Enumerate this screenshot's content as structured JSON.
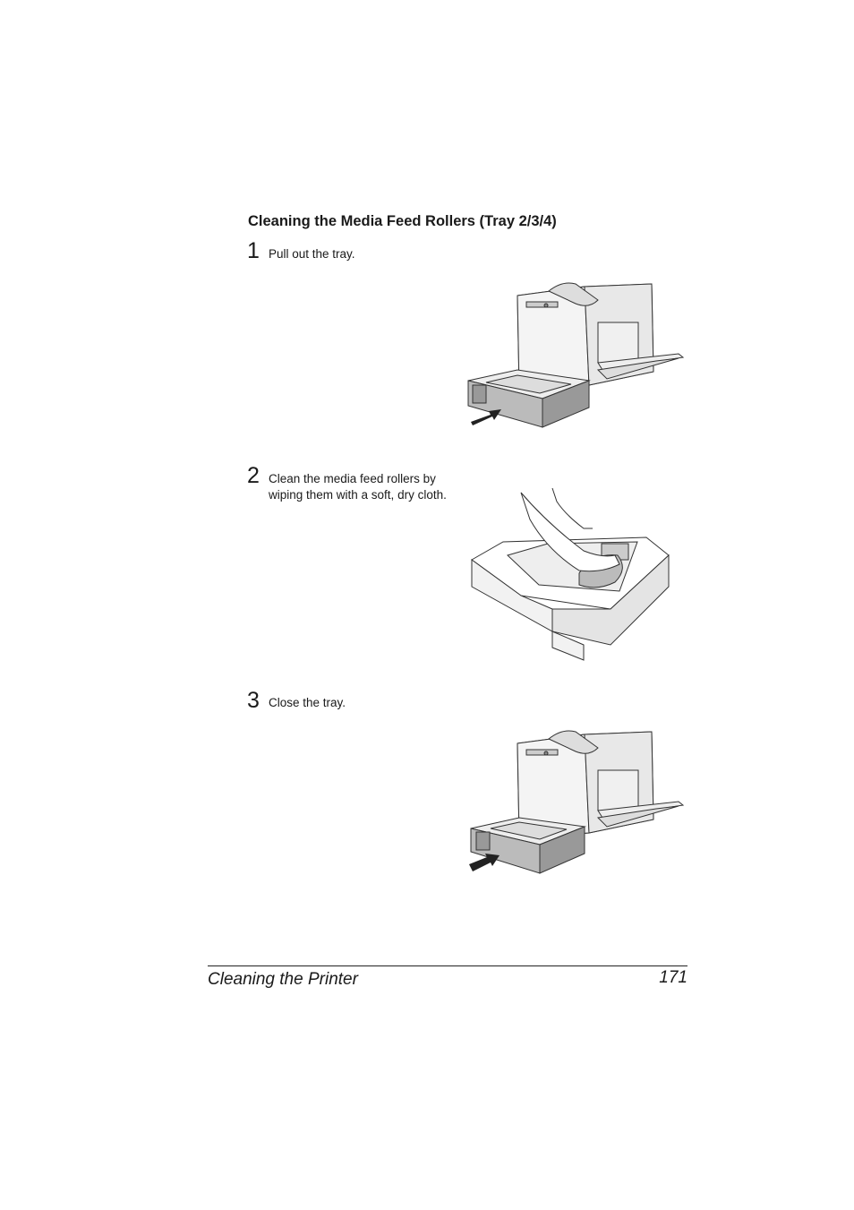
{
  "section": {
    "heading": "Cleaning the Media Feed Rollers (Tray 2/3/4)"
  },
  "steps": [
    {
      "number": "1",
      "text": "Pull out the tray."
    },
    {
      "number": "2",
      "text": "Clean the media feed rollers by wiping them with a soft, dry cloth."
    },
    {
      "number": "3",
      "text": "Close the tray."
    }
  ],
  "footer": {
    "title": "Cleaning the Printer",
    "page_number": "171"
  }
}
